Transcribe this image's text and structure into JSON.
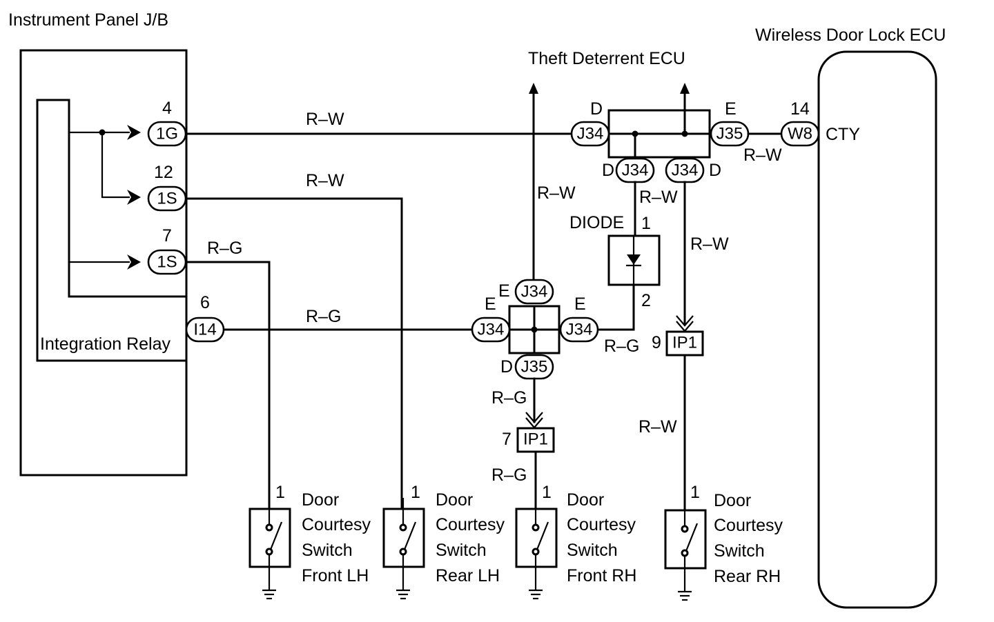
{
  "components": {
    "jb_title": "Instrument Panel J/B",
    "relay_label": "Integration Relay",
    "theft_ecu": "Theft Deterrent ECU",
    "wireless_ecu": "Wireless Door Lock ECU",
    "diode": "DIODE",
    "cty": "CTY"
  },
  "pins": {
    "p4": "4",
    "p12": "12",
    "p7": "7",
    "p6": "6",
    "p14": "14",
    "diode1": "1",
    "diode2": "2",
    "ip1_9": "9",
    "ip1_7": "7",
    "sw1": "1",
    "sw2": "1",
    "sw3": "1",
    "sw4": "1"
  },
  "connectors": {
    "c1g": "1G",
    "c1s_a": "1S",
    "c1s_b": "1S",
    "ci14": "I14",
    "j34_top": "J34",
    "j35_top": "J35",
    "j34_dl": "J34",
    "j34_dr": "J34",
    "w8": "W8",
    "j34_jt": "J34",
    "j34_jl": "J34",
    "j34_jr": "J34",
    "j35_jb": "J35",
    "ip1_right": "IP1",
    "ip1_left": "IP1"
  },
  "letters": {
    "d_top": "D",
    "e_top": "E",
    "d_l": "D",
    "d_r": "D",
    "e_jt": "E",
    "e_jl": "E",
    "e_jr": "E",
    "d_jb": "D"
  },
  "wires": {
    "w1": "R–W",
    "w2": "R–W",
    "w3": "R–G",
    "w4": "R–G",
    "w5": "R–W",
    "w6": "R–W",
    "w7": "R–W",
    "w8": "R–W",
    "w9": "R–G",
    "w10": "R–G",
    "w11": "R–G",
    "w12": "R–W"
  },
  "switches": [
    {
      "l1": "Door",
      "l2": "Courtesy",
      "l3": "Switch",
      "l4": "Front LH"
    },
    {
      "l1": "Door",
      "l2": "Courtesy",
      "l3": "Switch",
      "l4": "Rear LH"
    },
    {
      "l1": "Door",
      "l2": "Courtesy",
      "l3": "Switch",
      "l4": "Front RH"
    },
    {
      "l1": "Door",
      "l2": "Courtesy",
      "l3": "Switch",
      "l4": "Rear RH"
    }
  ]
}
